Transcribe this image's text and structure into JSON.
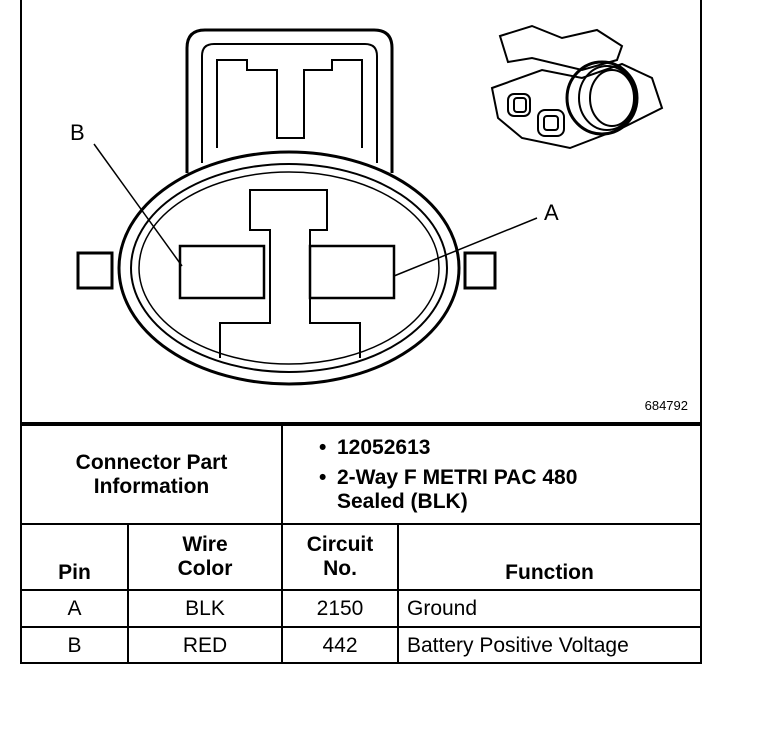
{
  "diagram": {
    "pin_labels": {
      "a": "A",
      "b": "B"
    },
    "figure_id": "684792"
  },
  "connector_info": {
    "label": "Connector Part Information",
    "items": [
      "12052613",
      "2-Way F METRI PAC 480 Sealed (BLK)"
    ]
  },
  "table": {
    "headers": {
      "pin": "Pin",
      "wire_color": "Wire Color",
      "circuit_no": "Circuit No.",
      "function": "Function"
    },
    "rows": [
      {
        "pin": "A",
        "wire_color": "BLK",
        "circuit_no": "2150",
        "function": "Ground"
      },
      {
        "pin": "B",
        "wire_color": "RED",
        "circuit_no": "442",
        "function": "Battery Positive Voltage"
      }
    ]
  }
}
